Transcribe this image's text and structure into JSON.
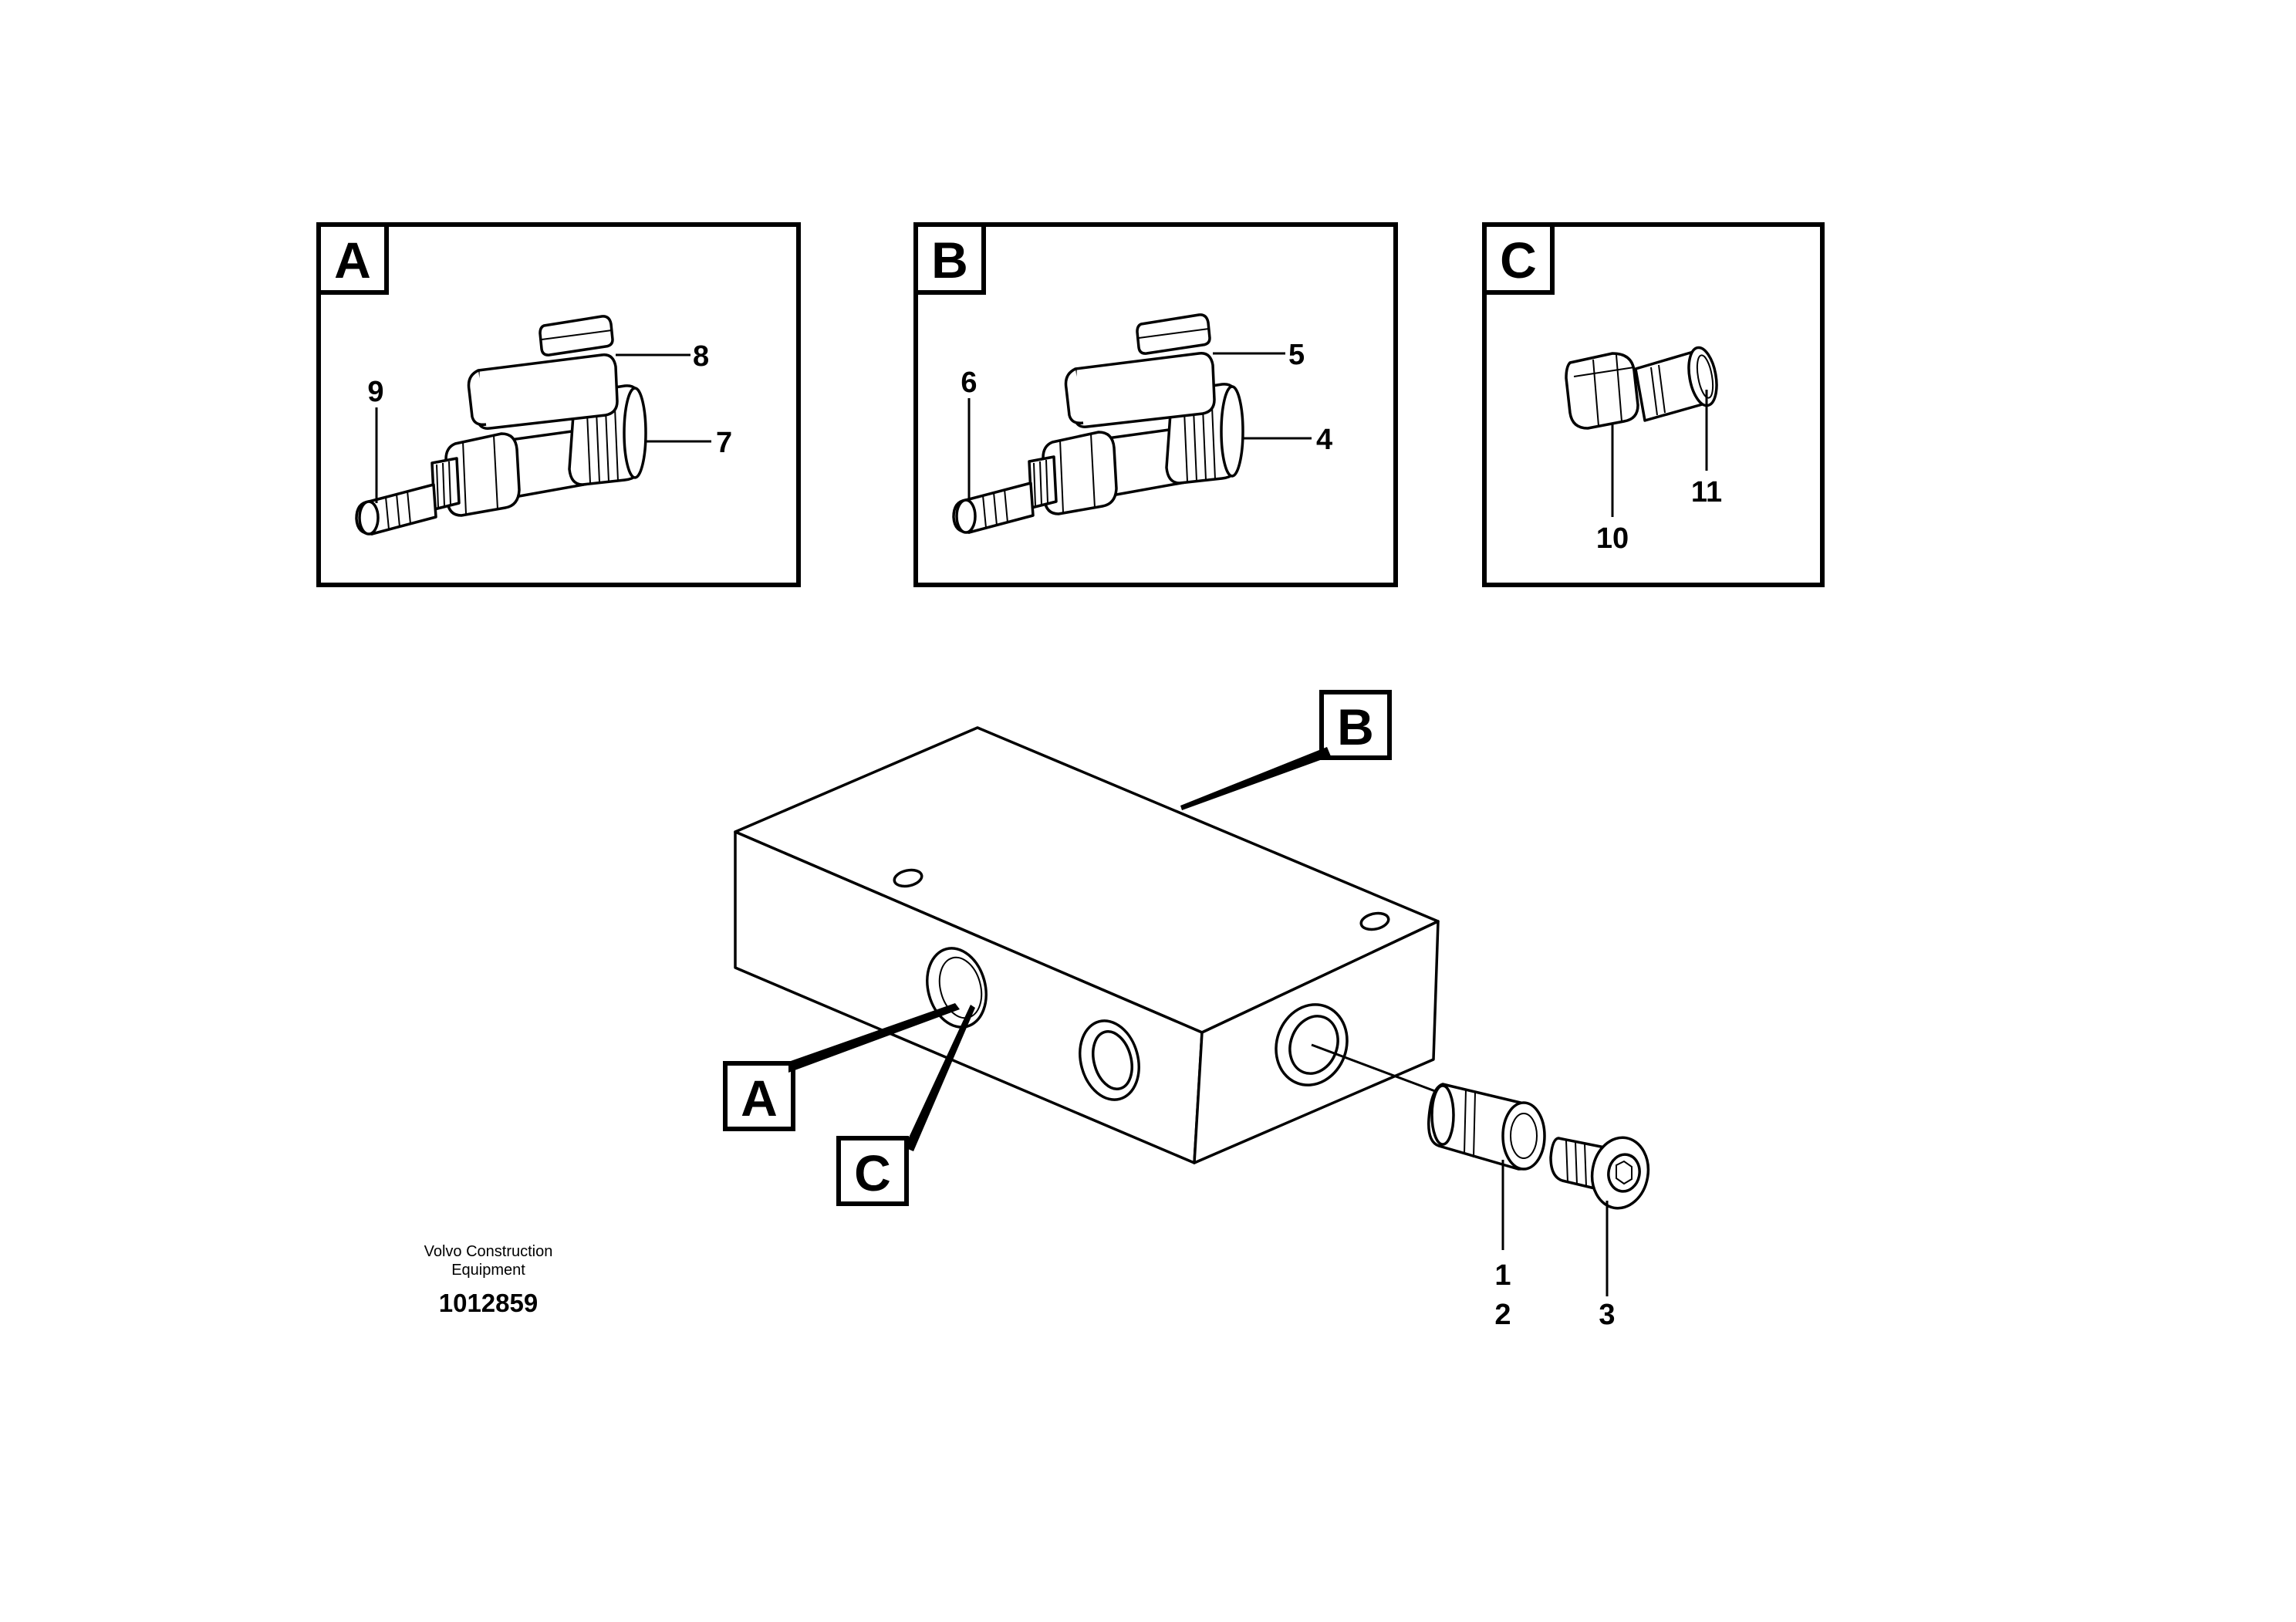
{
  "detail_views": {
    "a": {
      "letter": "A",
      "callouts": {
        "top": "8",
        "right": "7",
        "left": "9"
      }
    },
    "b": {
      "letter": "B",
      "callouts": {
        "top": "5",
        "right": "4",
        "left": "6"
      }
    },
    "c": {
      "letter": "C",
      "callouts": {
        "bottom_left": "10",
        "right": "11"
      }
    }
  },
  "main_view": {
    "labels": {
      "a": "A",
      "b": "B",
      "c": "C"
    },
    "callouts": {
      "adapter_1": "1",
      "adapter_2": "2",
      "plug": "3"
    }
  },
  "footer": {
    "company_line1": "Volvo Construction",
    "company_line2": "Equipment",
    "drawing_number": "1012859"
  }
}
